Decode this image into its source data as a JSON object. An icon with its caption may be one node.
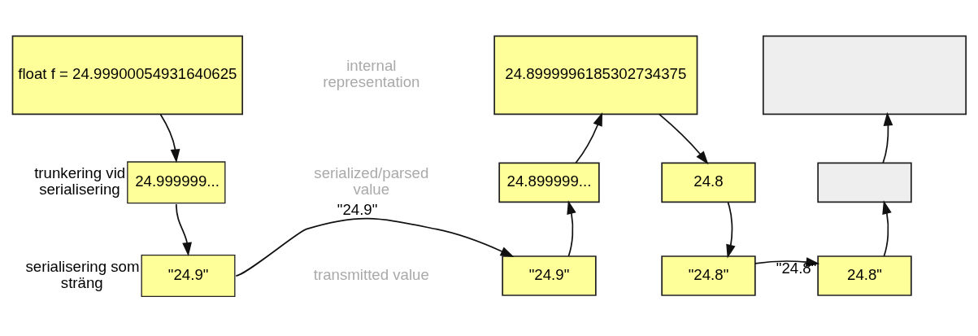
{
  "diagram": {
    "nodes": [
      {
        "text": [
          "float f = 24.99900054931640625"
        ]
      },
      {
        "text": [
          "24.999999..."
        ],
        "beside": [
          "trunkering vid serialisering"
        ]
      },
      {
        "text": [
          "\"24.9\""
        ],
        "beside": [
          "serialisering som sträng"
        ]
      },
      {
        "text": [
          "24.8999996185302734375"
        ]
      },
      {
        "text": [
          "24.899999..."
        ]
      },
      {
        "text": [
          "\"24.9\""
        ]
      },
      {
        "text": [
          "24.8"
        ]
      },
      {
        "text": [
          "\"24.8\""
        ]
      },
      {
        "text": [],
        "shape": "box"
      },
      {
        "text": [],
        "shape": "box"
      },
      {
        "text": [
          "24.8\""
        ]
      }
    ],
    "edges": [
      {
        "from": 0,
        "to": 1,
        "arrow": "to"
      },
      {
        "from": 1,
        "to": 2,
        "arrow": "to"
      },
      {
        "from": 2,
        "to": 5,
        "arrow": "to",
        "label": "\"24.9\""
      },
      {
        "from": 5,
        "to": 4,
        "arrow": "to"
      },
      {
        "from": 4,
        "to": 3,
        "arrow": "to"
      },
      {
        "from": 3,
        "to": 6,
        "arrow": "to"
      },
      {
        "from": 6,
        "to": 7,
        "arrow": "to"
      },
      {
        "from": 7,
        "to": 10,
        "arrow": "to",
        "label": "\"24.8\""
      },
      {
        "from": 10,
        "to": 9,
        "arrow": "to"
      },
      {
        "from": 9,
        "to": 8,
        "arrow": "to"
      }
    ],
    "labels": [
      "internal representation",
      "serialized/parsed value",
      "transmitted value"
    ]
  }
}
